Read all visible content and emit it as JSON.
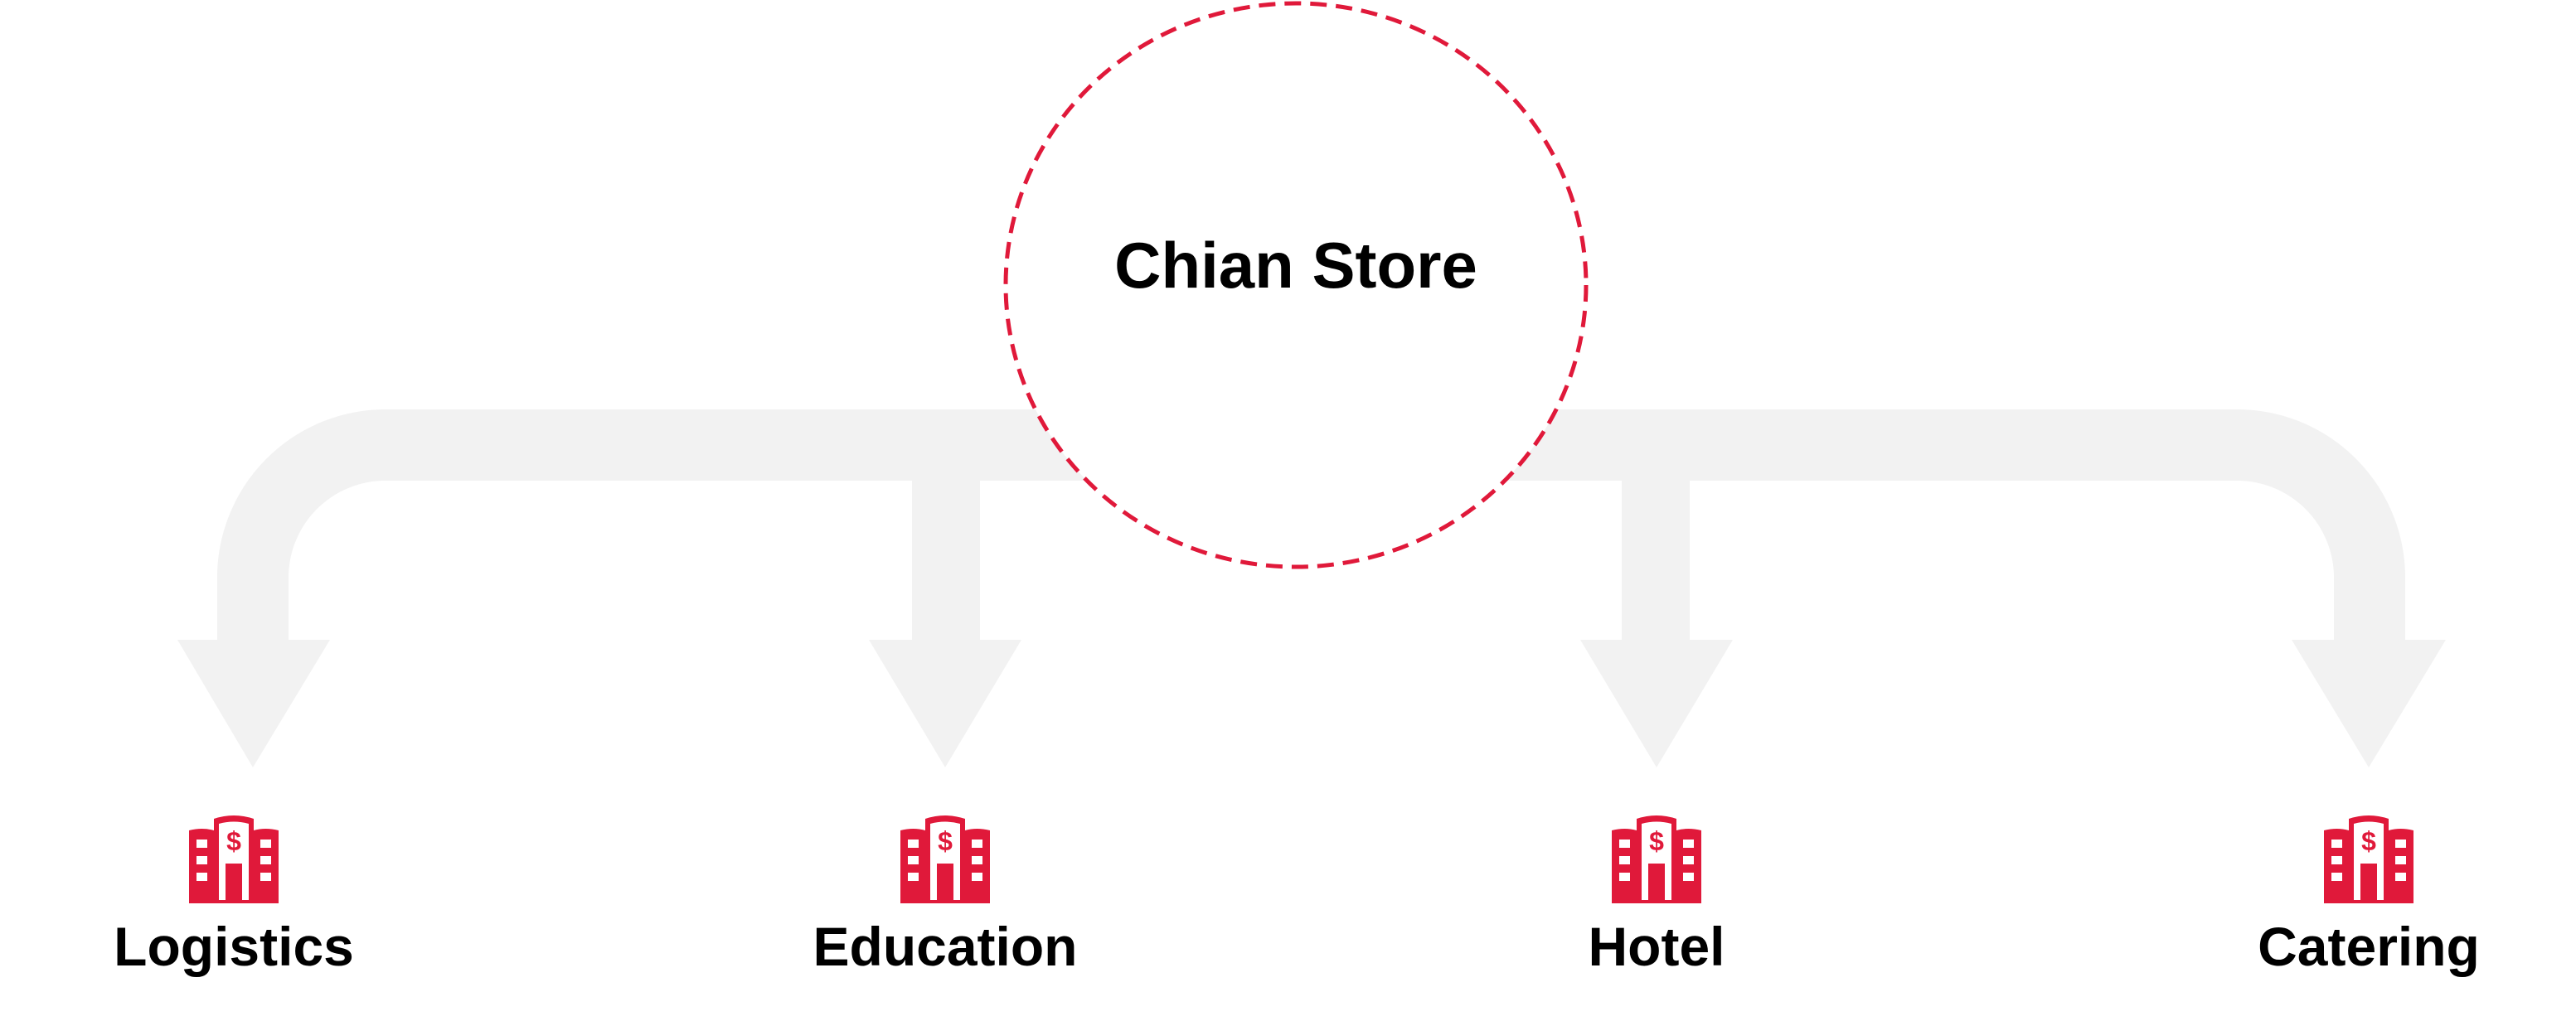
{
  "center": {
    "title": "Chian Store"
  },
  "colors": {
    "accent": "#E0193A",
    "arrow": "#F2F2F2",
    "text": "#000000"
  },
  "nodes": [
    {
      "label": "Logistics",
      "icon": "bank-building-icon"
    },
    {
      "label": "Education",
      "icon": "bank-building-icon"
    },
    {
      "label": "Hotel",
      "icon": "bank-building-icon"
    },
    {
      "label": "Catering",
      "icon": "bank-building-icon"
    }
  ]
}
